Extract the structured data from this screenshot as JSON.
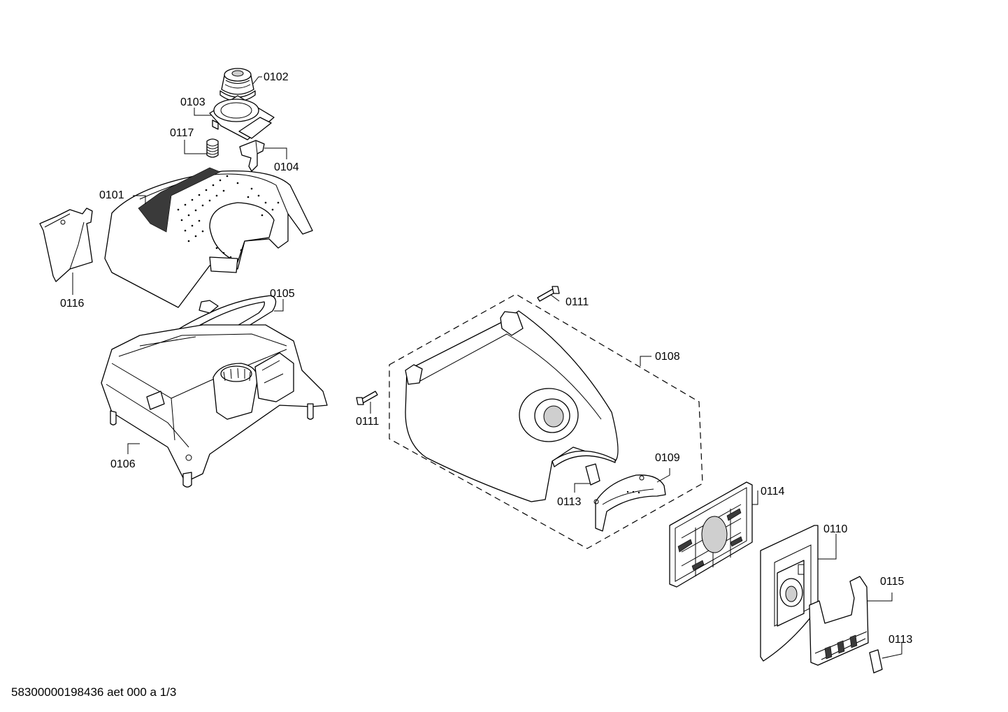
{
  "diagram": {
    "labels": {
      "p0101": "0101",
      "p0102": "0102",
      "p0103": "0103",
      "p0104": "0104",
      "p0105": "0105",
      "p0106": "0106",
      "p0108": "0108",
      "p0109": "0109",
      "p0110": "0110",
      "p0111a": "0111",
      "p0111b": "0111",
      "p0113a": "0113",
      "p0113b": "0113",
      "p0114": "0114",
      "p0115": "0115",
      "p0116": "0116",
      "p0117": "0117"
    }
  },
  "footer": {
    "document_code": "58300000198436 aet 000 a 1/3"
  }
}
